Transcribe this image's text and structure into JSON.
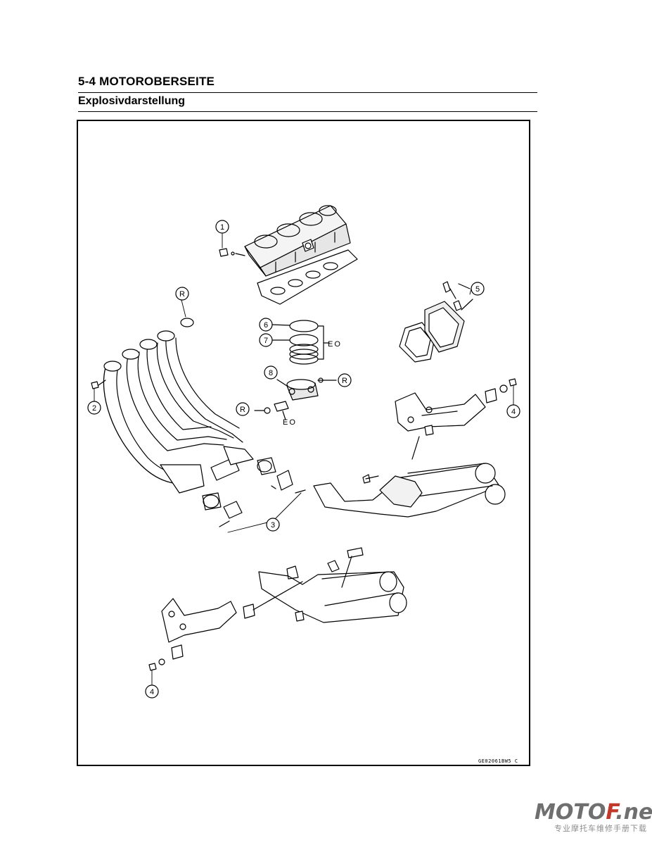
{
  "header": {
    "section_title": "5-4 MOTOROBERSEITE",
    "sub_title": "Explosivdarstellung"
  },
  "diagram": {
    "callouts": {
      "c1": "1",
      "c2": "2",
      "c3": "3",
      "c4a": "4",
      "c4b": "4",
      "c5": "5",
      "c6": "6",
      "c7": "7",
      "c8": "8"
    },
    "r_labels": {
      "r1": "R",
      "r2": "R",
      "r3": "R"
    },
    "eo_labels": {
      "eo1": "EO",
      "eo2": "EO"
    },
    "figure_code": "GE02061BW5 C"
  },
  "watermark": {
    "brand_prefix": "MOTO",
    "brand_accent": "F",
    "brand_suffix": ".net",
    "tagline": "专业摩托车维修手册下载"
  },
  "colors": {
    "ink": "#000000",
    "watermark_gray": "#6f6f6f",
    "watermark_red": "#c0392b"
  }
}
